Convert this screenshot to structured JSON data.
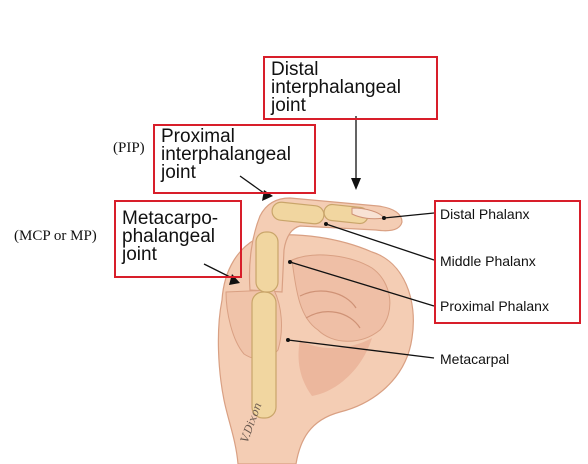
{
  "labels": {
    "distal_ip": "Distal\ninterphalangeal\njoint",
    "proximal_ip": "Proximal\ninterphalangeal\njoint",
    "mcp": "Metacarpo-\nphalangeal\njoint",
    "pip_abbr": "(PIP)",
    "mcp_abbr": "(MCP or MP)",
    "distal_phalanx": "Distal Phalanx",
    "middle_phalanx": "Middle Phalanx",
    "proximal_phalanx": "Proximal Phalanx",
    "metacarpal": "Metacarpal"
  },
  "signature": "V.Dixon",
  "colors": {
    "box_border": "#d81e2a",
    "skin": "#f4cdb4",
    "skin_shadow": "#e5a98e",
    "bone": "#f1d6a0",
    "bone_outline": "#c9a56a"
  }
}
